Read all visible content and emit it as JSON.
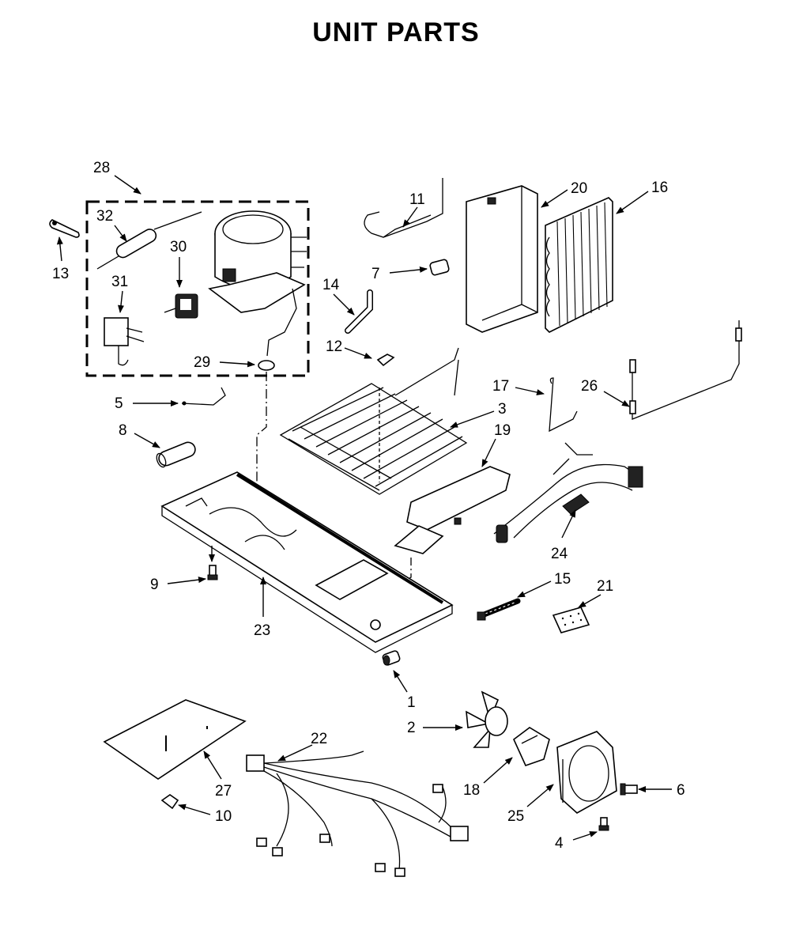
{
  "title": "UNIT PARTS",
  "callouts": {
    "c1": "1",
    "c2": "2",
    "c3": "3",
    "c4": "4",
    "c5": "5",
    "c6": "6",
    "c7": "7",
    "c8": "8",
    "c9": "9",
    "c10": "10",
    "c11": "11",
    "c12": "12",
    "c13": "13",
    "c14": "14",
    "c15": "15",
    "c16": "16",
    "c17": "17",
    "c18": "18",
    "c19": "19",
    "c20": "20",
    "c21": "21",
    "c22": "22",
    "c23": "23",
    "c24": "24",
    "c25": "25",
    "c26": "26",
    "c27": "27",
    "c28": "28",
    "c29": "29",
    "c30": "30",
    "c31": "31",
    "c32": "32"
  }
}
